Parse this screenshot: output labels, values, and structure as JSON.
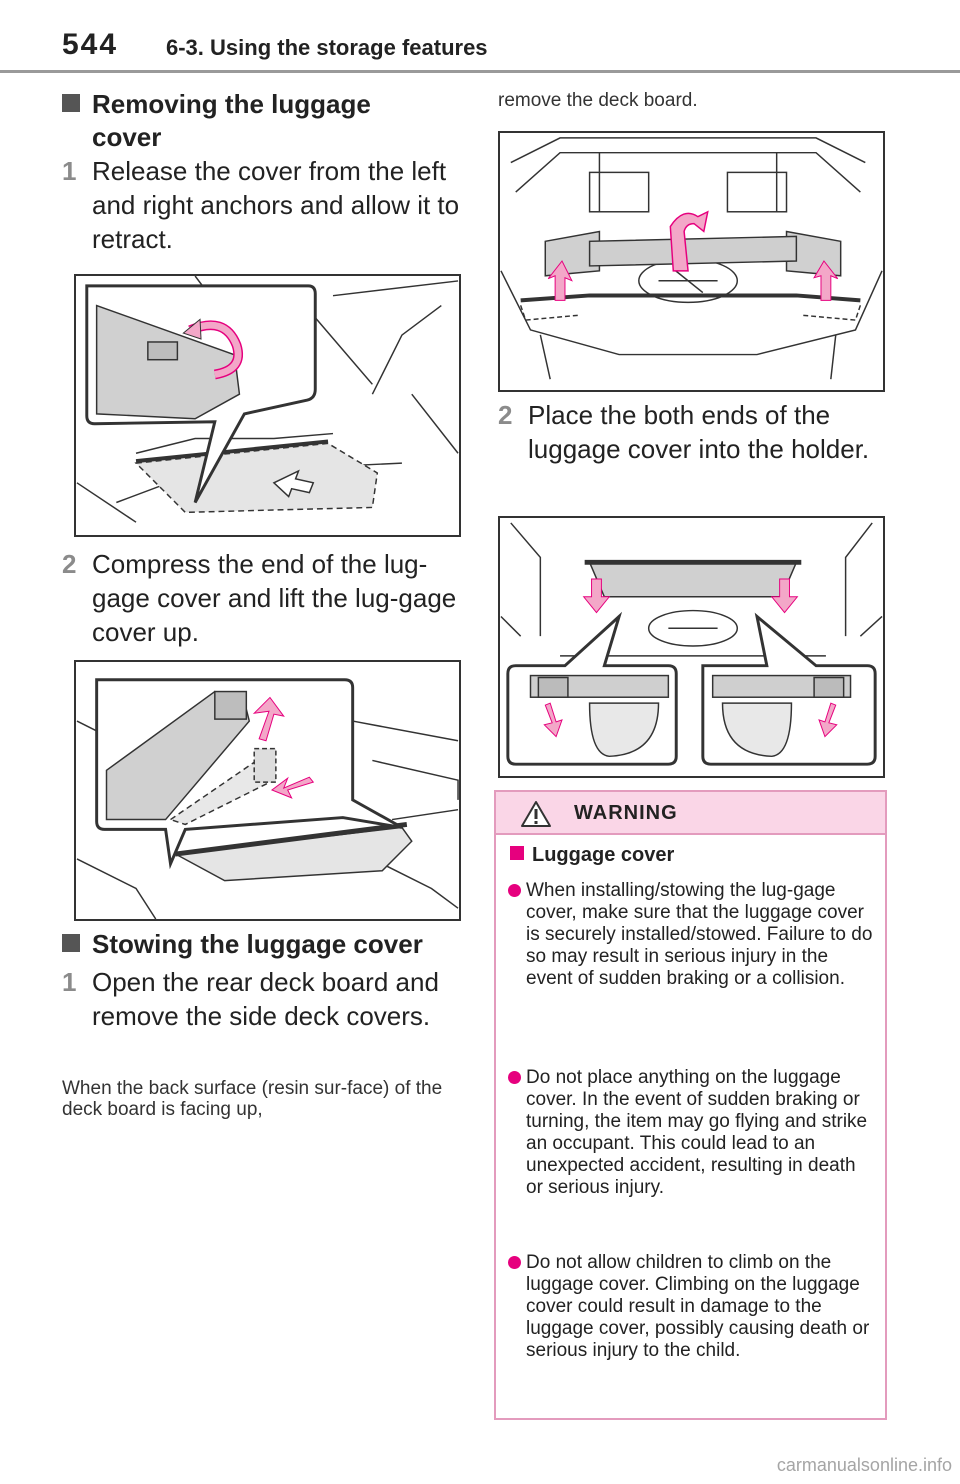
{
  "header": {
    "page_number": "544",
    "section_title": "6-3. Using the storage features"
  },
  "left": {
    "heading1": "Removing the luggage cover",
    "step1_num": "1",
    "step1_text": "Release the cover from the left and right anchors and allow it to retract.",
    "step2_num": "2",
    "step2_text": "Compress the end of the lug-gage cover and lift the lug-gage cover up.",
    "heading2": "Stowing the luggage cover",
    "step3_num": "1",
    "step3_text": "Open the rear deck board and remove the side deck covers.",
    "note": "When the back surface (resin sur-face) of the deck board is facing up,"
  },
  "right": {
    "note_cont": "remove the deck board.",
    "step4_num": "2",
    "step4_text": "Place the both ends of the luggage cover into the holder."
  },
  "warning": {
    "title": "WARNING",
    "subheading": "Luggage cover",
    "bullets": [
      "When installing/stowing the lug-gage cover, make sure that the luggage cover is securely installed/stowed. Failure to do so may result in serious injury in the event of sudden braking or a collision.",
      "Do not place anything on the luggage cover. In the event of sudden braking or turning, the item may go flying and strike an occupant. This could lead to an unexpected accident, resulting in death or serious injury.",
      "Do not allow children to climb on the luggage cover. Climbing on the luggage cover could result in damage to the luggage cover, possibly causing death or serious injury to the child."
    ]
  },
  "footer": {
    "watermark": "carmanualsonline.info"
  },
  "colors": {
    "accent_pink": "#e6007e",
    "warning_bg": "#fad6e7",
    "arrow_pink": "#f3a7c8"
  },
  "icons": {
    "warning": "warning-triangle-icon",
    "heading_marker": "square-bullet-icon"
  }
}
